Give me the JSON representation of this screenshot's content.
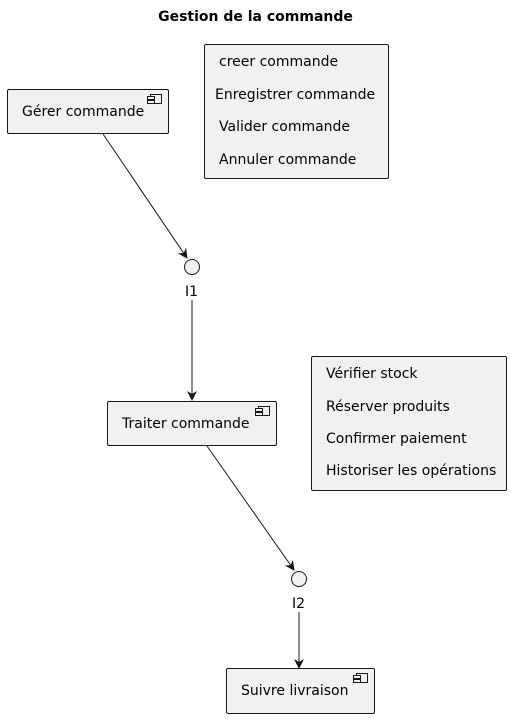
{
  "title": "Gestion de la commande",
  "components": {
    "gerer": "Gérer commande",
    "traiter": "Traiter commande",
    "suivre": "Suivre livraison"
  },
  "interfaces": {
    "i1": "I1",
    "i2": "I2"
  },
  "notes": {
    "commande": [
      "creer commande",
      "Enregistrer commande",
      "Valider commande",
      "Annuler commande"
    ],
    "traitement": [
      "Vérifier stock",
      "Réserver produits",
      "Confirmer paiement",
      "Historiser les opérations"
    ]
  },
  "colors": {
    "fill": "#f1f1f1",
    "stroke": "#181818"
  }
}
